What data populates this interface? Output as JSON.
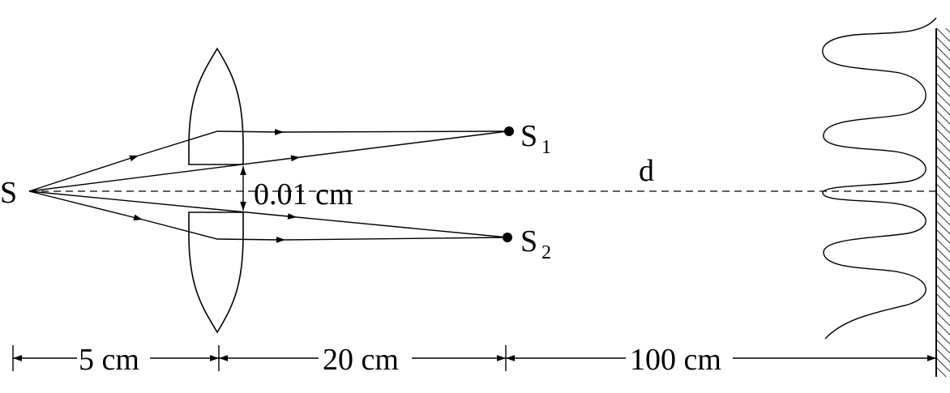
{
  "labels": {
    "source": "S",
    "slit1_main": "S",
    "slit1_sub": "1",
    "slit2_main": "S",
    "slit2_sub": "2",
    "separation": "0.01 cm",
    "screen_distance": "d"
  },
  "dimensions": {
    "source_to_lens": "5 cm",
    "lens_to_slits": "20 cm",
    "slits_to_screen": "100 cm"
  },
  "colors": {
    "ink": "#000000",
    "background": "#ffffff"
  }
}
